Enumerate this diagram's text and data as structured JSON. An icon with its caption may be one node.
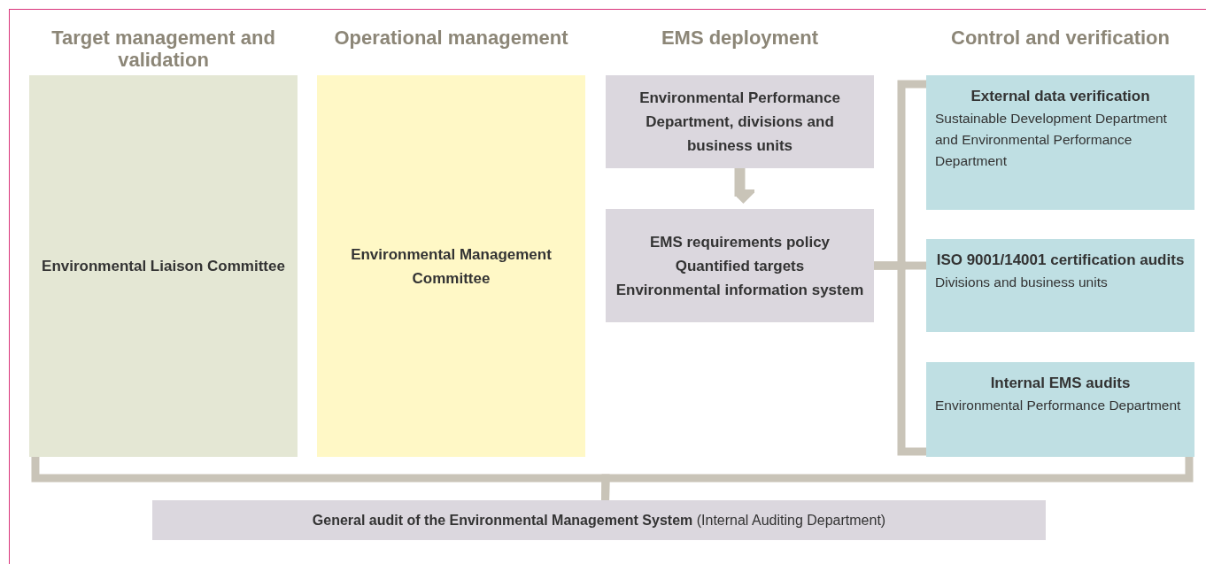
{
  "diagram": {
    "nodes": [
      {
        "text": [
          "Environmental Liaison Committee"
        ]
      },
      {
        "text": [
          "Environmental Management Committee"
        ]
      },
      {
        "text": [
          "Environmental Performance Department, divisions and business units"
        ]
      },
      {
        "text": [
          "EMS requirements policy",
          "Quantified targets",
          "Environmental information system"
        ]
      },
      {
        "text": [
          "External data verification",
          "Sustainable Development Department and Environmental Performance Department"
        ]
      },
      {
        "text": [
          "ISO 9001/14001 certification audits",
          "Divisions and business units"
        ]
      },
      {
        "text": [
          "Internal EMS audits",
          "Environmental Performance Department"
        ]
      },
      {
        "text": [
          "**General audit of the Environmental Management System** (Internal Auditing Department)"
        ]
      }
    ],
    "edges": [
      {
        "from": 2,
        "to": 3,
        "arrow": "to"
      },
      {
        "from": 3,
        "to": 4,
        "arrow": "none"
      },
      {
        "from": 3,
        "to": 5,
        "arrow": "none"
      },
      {
        "from": 3,
        "to": 6,
        "arrow": "none"
      },
      {
        "from": 0,
        "to": 7,
        "arrow": "none"
      },
      {
        "from": 6,
        "to": 7,
        "arrow": "none"
      }
    ],
    "labels": [
      "Target management and validation",
      "Operational management",
      "EMS deployment",
      "Control and verification"
    ]
  }
}
